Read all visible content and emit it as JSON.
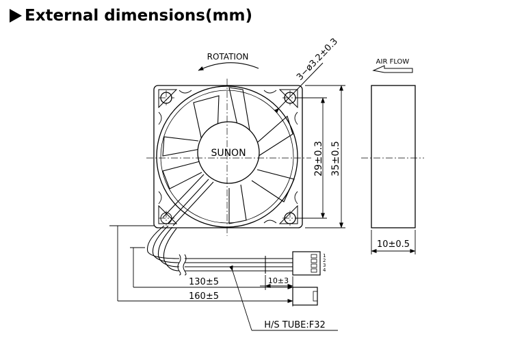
{
  "title": "External dimensions(mm)",
  "labels": {
    "rotation": "ROTATION",
    "air_flow": "AIR FLOW",
    "brand": "SUNON",
    "hole": "3−ø3.2±0.3",
    "hole_pitch": "29±0.3",
    "frame_size": "35±0.5",
    "thickness": "10±0.5",
    "lead_130": "130±5",
    "strip": "10±3",
    "lead_160": "160±5",
    "tube": "H/S TUBE:F32",
    "pins": [
      "1",
      "2",
      "3",
      "4"
    ]
  }
}
